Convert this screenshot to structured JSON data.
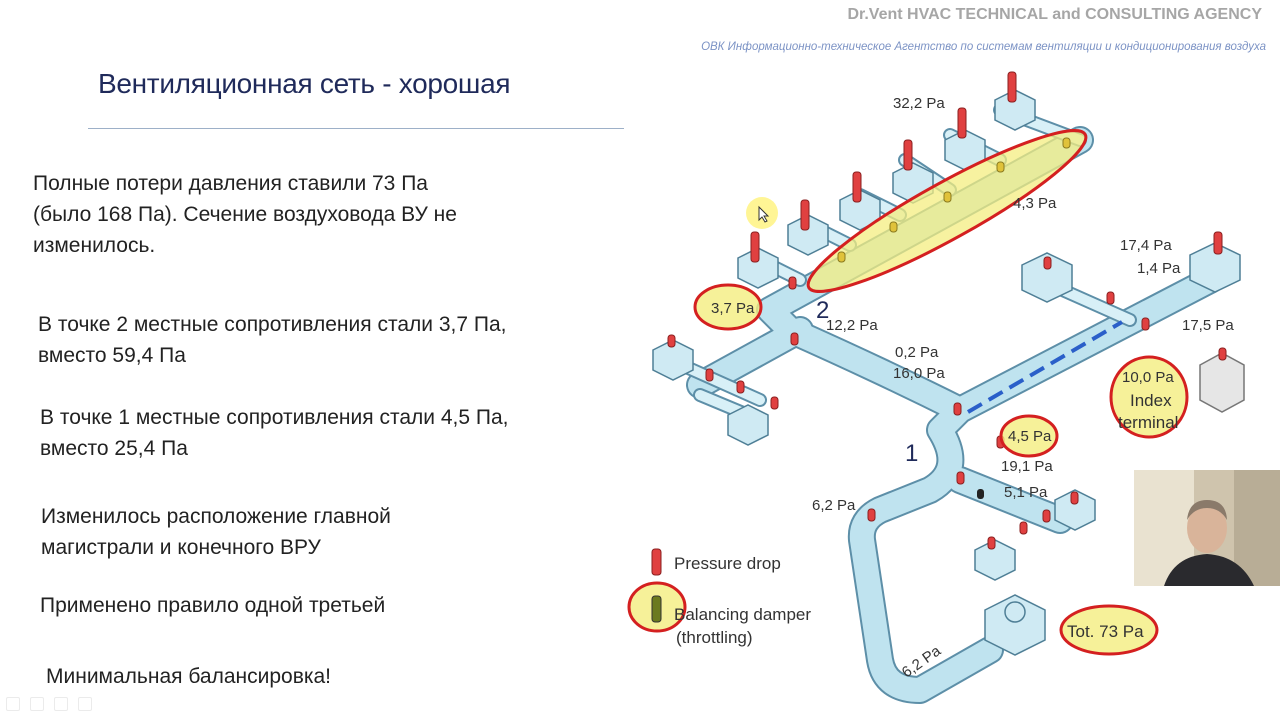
{
  "header": {
    "agency": "Dr.Vent HVAC TECHNICAL and CONSULTING AGENCY",
    "subtitle": "ОВК Информационно-техническое Агентство по системам вентиляции и кондиционирования воздуха"
  },
  "slide": {
    "title": "Вентиляционная сеть - хорошая",
    "p1": [
      "Полные потери давления ставили 73 Па",
      "(было 168 Па). Сечение воздуховода ВУ не",
      "изменилось."
    ],
    "p2": [
      "В точке 2 местные сопротивления стали 3,7 Па,",
      "вместо 59,4 Па"
    ],
    "p3": [
      "В точке 1 местные сопротивления стали 4,5 Па,",
      "вместо 25,4 Па"
    ],
    "p4": [
      "Изменилось расположение главной",
      "магистрали и конечного ВРУ"
    ],
    "p5": "Применено правило одной третьей",
    "p6": "Минимальная балансировка!"
  },
  "diagram": {
    "labels": {
      "l322": "32,2 Pa",
      "l43": "4,3 Pa",
      "l174": "17,4 Pa",
      "l14": "1,4 Pa",
      "l175": "17,5 Pa",
      "l37": "3,7 Pa",
      "l122": "12,2 Pa",
      "l02": "0,2 Pa",
      "l160": "16,0 Pa",
      "l100": "10,0 Pa",
      "index1": "Index",
      "index2": "terminal",
      "l45": "4,5 Pa",
      "l191": "19,1 Pa",
      "l51": "5,1 Pa",
      "l62a": "6,2 Pa",
      "l62b": "6,2 Pa",
      "tot": "Tot. 73 Pa",
      "n1": "1",
      "n2": "2"
    },
    "legend": {
      "pressure": "Pressure drop",
      "balancing": "Balancing damper",
      "throttling": "(throttling)"
    }
  },
  "colors": {
    "duct": "#bfe3ef",
    "duct_stroke": "#5d8fa8",
    "red_marker": "#e04040",
    "highlight": "#f4ee80",
    "circle": "#d42020",
    "blue_dash": "#2a5fc9",
    "title": "#1f2a5a"
  }
}
